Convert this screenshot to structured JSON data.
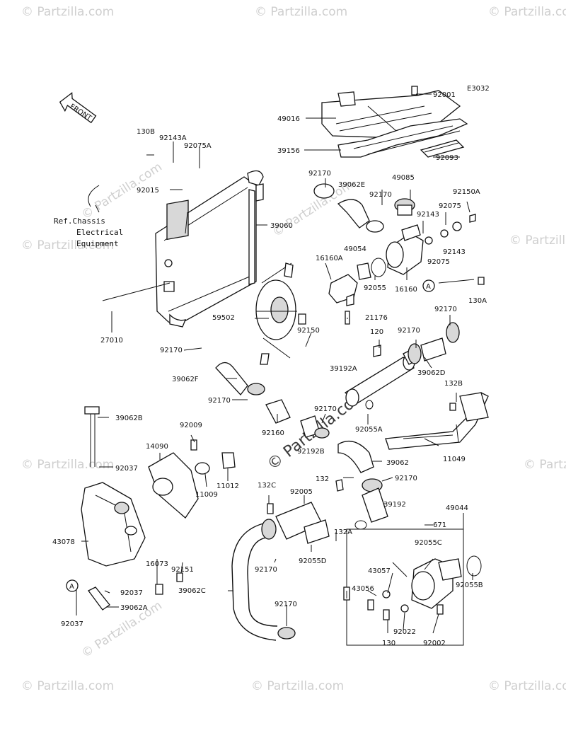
{
  "diagram_code": "E3032",
  "front_label": "FRONT",
  "watermark_text": "© Partzilla.com",
  "ref_note": [
    "Ref.Chassis",
    "Electrical",
    "Equipment"
  ],
  "callout_letter": "A",
  "part_labels": [
    "92001",
    "49016",
    "39156",
    "92093",
    "130B",
    "92143A",
    "92075A",
    "92015",
    "92170",
    "39062E",
    "49085",
    "92150A",
    "92170",
    "92075",
    "92143",
    "39060",
    "49054",
    "16160A",
    "92055",
    "16160",
    "92075",
    "130A",
    "92143",
    "59502",
    "21176",
    "27010",
    "92170",
    "92150",
    "120",
    "92170",
    "92170",
    "39062F",
    "39192A",
    "39062D",
    "132B",
    "92170",
    "92170",
    "39062B",
    "92009",
    "92160",
    "92192B",
    "92055A",
    "14090",
    "11009",
    "11012",
    "92037",
    "39062",
    "11049",
    "132",
    "92170",
    "132C",
    "92005",
    "39192",
    "671",
    "49044",
    "43078",
    "132A",
    "92055C",
    "92170",
    "92055D",
    "16073",
    "92151",
    "43057",
    "92037",
    "43056",
    "92055B",
    "39062C",
    "39062A",
    "92037",
    "92170",
    "130",
    "92022",
    "92002"
  ]
}
